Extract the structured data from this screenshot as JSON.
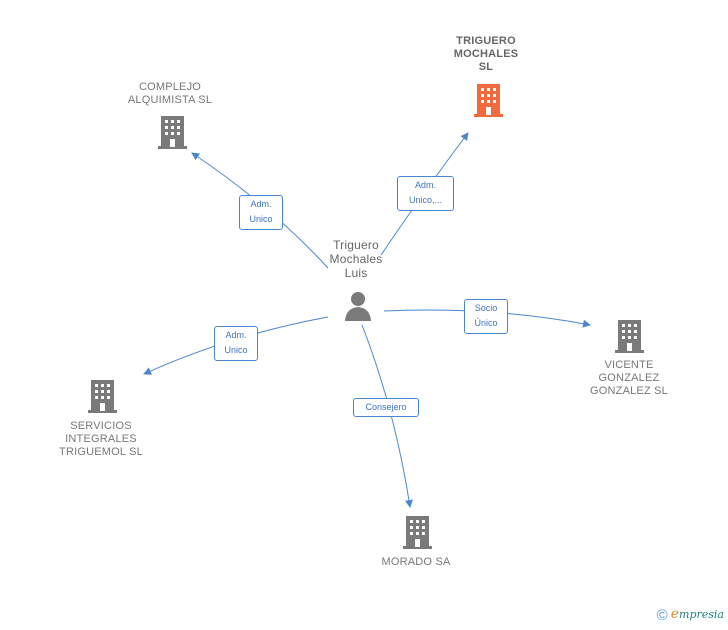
{
  "nodes": {
    "person": {
      "label": "Triguero\nMochales\nLuis",
      "icon": "person-icon"
    },
    "triguero_mochales_sl": {
      "label": "TRIGUERO\nMOCHALES\nSL",
      "icon": "building-icon",
      "color": "#f26a3d"
    },
    "complejo_alquimista": {
      "label": "COMPLEJO\nALQUIMISTA SL",
      "icon": "building-icon",
      "color": "#7a7a7a"
    },
    "vicente_gonzalez": {
      "label": "VICENTE\nGONZALEZ\nGONZALEZ SL",
      "icon": "building-icon",
      "color": "#7a7a7a"
    },
    "servicios_integrales": {
      "label": "SERVICIOS\nINTEGRALES\nTRIGUEMOL SL",
      "icon": "building-icon",
      "color": "#7a7a7a"
    },
    "morado_sa": {
      "label": "MORADO SA",
      "icon": "building-icon",
      "color": "#7a7a7a"
    }
  },
  "edges": {
    "complejo": "Adm.\nUnico",
    "triguero": "Adm.\nUnico,...",
    "vicente": "Socio\nÚnico",
    "servicios": "Adm.\nUnico",
    "morado": "Consejero"
  },
  "colors": {
    "edge": "#4a86d0",
    "accent": "#f26a3d",
    "building": "#7a7a7a"
  },
  "footer": {
    "copyright": "©",
    "brand_e": "e",
    "brand_rest": "mpresia"
  }
}
